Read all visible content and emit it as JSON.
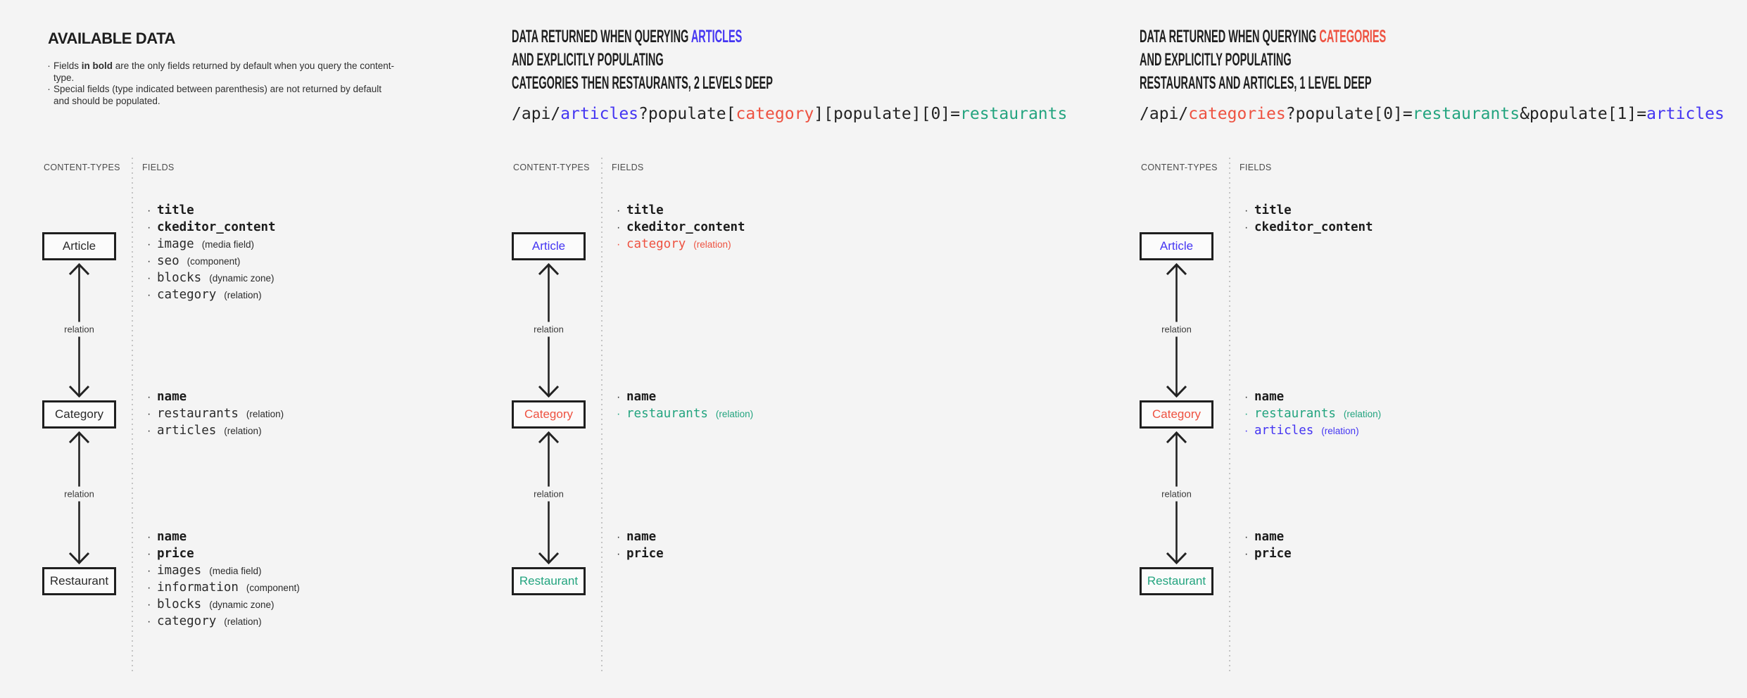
{
  "colors": {
    "background": "#f4f4f4",
    "text": "#242424",
    "blue": "#4435f2",
    "red": "#ee5241",
    "teal": "#23a47f"
  },
  "glyphs": {
    "bullet": "·"
  },
  "columns": [
    {
      "title": "AVAILABLE DATA",
      "notes": [
        {
          "pre": "Fields ",
          "bold": "in bold",
          "post": " are the only fields returned by default when you query the content-type."
        },
        {
          "line1": "Special fields (type indicated between parenthesis) are not returned by default",
          "line2": "and should be populated."
        }
      ],
      "labels": {
        "content_types": "CONTENT-TYPES",
        "fields": "FIELDS"
      },
      "relation_label": "relation",
      "boxes": [
        {
          "label": "Article"
        },
        {
          "label": "Category"
        },
        {
          "label": "Restaurant"
        }
      ],
      "fields": {
        "article": [
          {
            "name": "title",
            "bold": true
          },
          {
            "name": "ckeditor_content",
            "bold": true
          },
          {
            "name": "image",
            "type": "(media field)"
          },
          {
            "name": "seo",
            "type": "(component)"
          },
          {
            "name": "blocks",
            "type": "(dynamic zone)"
          },
          {
            "name": "category",
            "type": "(relation)"
          }
        ],
        "category": [
          {
            "name": "name",
            "bold": true
          },
          {
            "name": "restaurants",
            "type": "(relation)"
          },
          {
            "name": "articles",
            "type": "(relation)"
          }
        ],
        "restaurant": [
          {
            "name": "name",
            "bold": true
          },
          {
            "name": "price",
            "bold": true
          },
          {
            "name": "images",
            "type": "(media field)"
          },
          {
            "name": "information",
            "type": "(component)"
          },
          {
            "name": "blocks",
            "type": "(dynamic zone)"
          },
          {
            "name": "category",
            "type": "(relation)"
          }
        ]
      }
    },
    {
      "title_lines": [
        [
          {
            "text": "DATA RETURNED WHEN QUERYING ",
            "color": "dark"
          },
          {
            "text": "ARTICLES",
            "color": "blue"
          }
        ],
        [
          {
            "text": "AND EXPLICITLY POPULATING",
            "color": "dark"
          }
        ],
        [
          {
            "text": "CATEGORIES THEN RESTAURANTS, 2 LEVELS DEEP",
            "color": "dark"
          }
        ]
      ],
      "query_full": "/api/articles?populate[category][populate][0]=restaurants",
      "query": [
        {
          "text": "/api/",
          "color": "dark"
        },
        {
          "text": "articles",
          "color": "blue"
        },
        {
          "text": "?populate[",
          "color": "dark"
        },
        {
          "text": "category",
          "color": "red"
        },
        {
          "text": "][populate][0]=",
          "color": "dark"
        },
        {
          "text": "restaurants",
          "color": "teal"
        }
      ],
      "labels": {
        "content_types": "CONTENT-TYPES",
        "fields": "FIELDS"
      },
      "relation_label": "relation",
      "boxes": [
        {
          "label": "Article",
          "color": "blue"
        },
        {
          "label": "Category",
          "color": "red"
        },
        {
          "label": "Restaurant",
          "color": "teal"
        }
      ],
      "fields": {
        "article": [
          {
            "name": "title",
            "bold": true
          },
          {
            "name": "ckeditor_content",
            "bold": true
          },
          {
            "name": "category",
            "type": "(relation)",
            "color": "red"
          }
        ],
        "category": [
          {
            "name": "name",
            "bold": true
          },
          {
            "name": "restaurants",
            "type": "(relation)",
            "color": "teal"
          }
        ],
        "restaurant": [
          {
            "name": "name",
            "bold": true
          },
          {
            "name": "price",
            "bold": true
          }
        ]
      }
    },
    {
      "title_lines": [
        [
          {
            "text": "DATA RETURNED WHEN QUERYING ",
            "color": "dark"
          },
          {
            "text": "CATEGORIES",
            "color": "red"
          }
        ],
        [
          {
            "text": "AND EXPLICITLY POPULATING",
            "color": "dark"
          }
        ],
        [
          {
            "text": "RESTAURANTS AND ARTICLES, 1 LEVEL DEEP",
            "color": "dark"
          }
        ]
      ],
      "query_full": "/api/categories?populate[0]=restaurants&populate[1]=articles",
      "query": [
        {
          "text": "/api/",
          "color": "dark"
        },
        {
          "text": "categories",
          "color": "red"
        },
        {
          "text": "?populate[0]=",
          "color": "dark"
        },
        {
          "text": "restaurants",
          "color": "teal"
        },
        {
          "text": "&populate[1]=",
          "color": "dark"
        },
        {
          "text": "articles",
          "color": "blue"
        }
      ],
      "labels": {
        "content_types": "CONTENT-TYPES",
        "fields": "FIELDS"
      },
      "relation_label": "relation",
      "boxes": [
        {
          "label": "Article",
          "color": "blue"
        },
        {
          "label": "Category",
          "color": "red"
        },
        {
          "label": "Restaurant",
          "color": "teal"
        }
      ],
      "fields": {
        "article": [
          {
            "name": "title",
            "bold": true
          },
          {
            "name": "ckeditor_content",
            "bold": true
          }
        ],
        "category": [
          {
            "name": "name",
            "bold": true
          },
          {
            "name": "restaurants",
            "type": "(relation)",
            "color": "teal"
          },
          {
            "name": "articles",
            "type": "(relation)",
            "color": "blue"
          }
        ],
        "restaurant": [
          {
            "name": "name",
            "bold": true
          },
          {
            "name": "price",
            "bold": true
          }
        ]
      }
    }
  ]
}
